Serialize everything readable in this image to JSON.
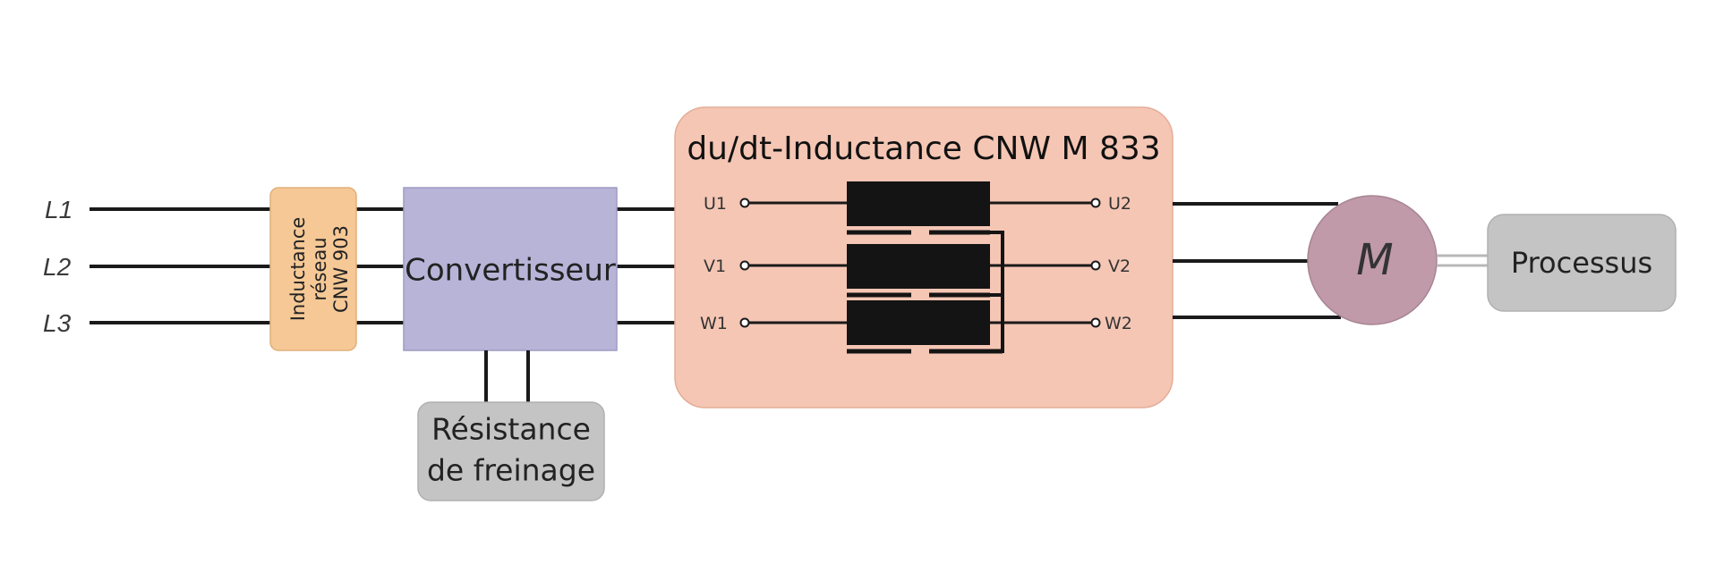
{
  "phases": [
    "L1",
    "L2",
    "L3"
  ],
  "line_reactor": {
    "lines": [
      "Inductance",
      "réseau",
      "CNW 903"
    ],
    "color": "#f5c896"
  },
  "converter": {
    "label": "Convertisseur",
    "color": "#b8b4d8"
  },
  "brake_resistor": {
    "lines": [
      "Résistance",
      "de freinage"
    ],
    "color": "#c4c4c4"
  },
  "dudt": {
    "title": "du/dt-Inductance CNW M 833",
    "color": "#f5c6b4",
    "inputs": [
      "U1",
      "V1",
      "W1"
    ],
    "outputs": [
      "U2",
      "V2",
      "W2"
    ]
  },
  "motor": {
    "label": "M",
    "color": "#c09aa8"
  },
  "process": {
    "label": "Processus",
    "color": "#c4c4c4"
  }
}
